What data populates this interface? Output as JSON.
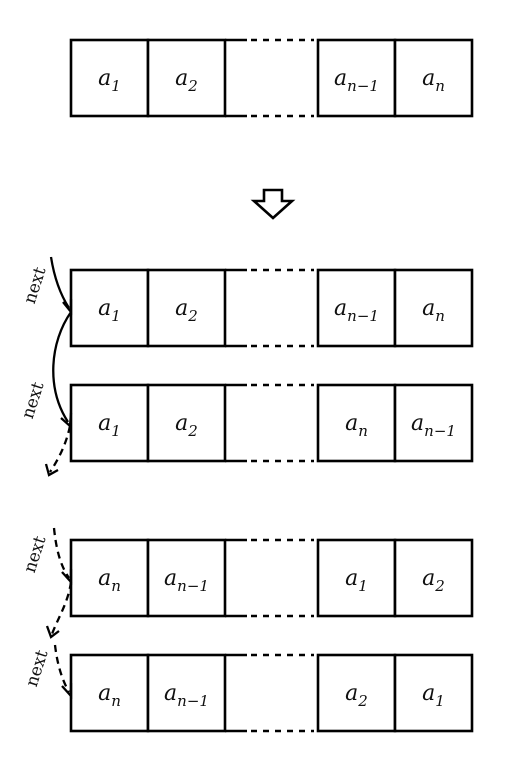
{
  "rows": [
    {
      "cells": [
        {
          "base": "a",
          "sub": "1"
        },
        {
          "base": "a",
          "sub": "2"
        },
        {
          "base": "a",
          "sub": "n−1"
        },
        {
          "base": "a",
          "sub": "n"
        }
      ]
    },
    {
      "cells": [
        {
          "base": "a",
          "sub": "1"
        },
        {
          "base": "a",
          "sub": "2"
        },
        {
          "base": "a",
          "sub": "n−1"
        },
        {
          "base": "a",
          "sub": "n"
        }
      ]
    },
    {
      "cells": [
        {
          "base": "a",
          "sub": "1"
        },
        {
          "base": "a",
          "sub": "2"
        },
        {
          "base": "a",
          "sub": "n"
        },
        {
          "base": "a",
          "sub": "n−1"
        }
      ]
    },
    {
      "cells": [
        {
          "base": "a",
          "sub": "n"
        },
        {
          "base": "a",
          "sub": "n−1"
        },
        {
          "base": "a",
          "sub": "1"
        },
        {
          "base": "a",
          "sub": "2"
        }
      ]
    },
    {
      "cells": [
        {
          "base": "a",
          "sub": "n"
        },
        {
          "base": "a",
          "sub": "n−1"
        },
        {
          "base": "a",
          "sub": "2"
        },
        {
          "base": "a",
          "sub": "1"
        }
      ]
    }
  ],
  "next_labels": [
    "next",
    "next",
    "next",
    "next"
  ],
  "down_arrow_icon": "hollow-down-arrow-icon"
}
